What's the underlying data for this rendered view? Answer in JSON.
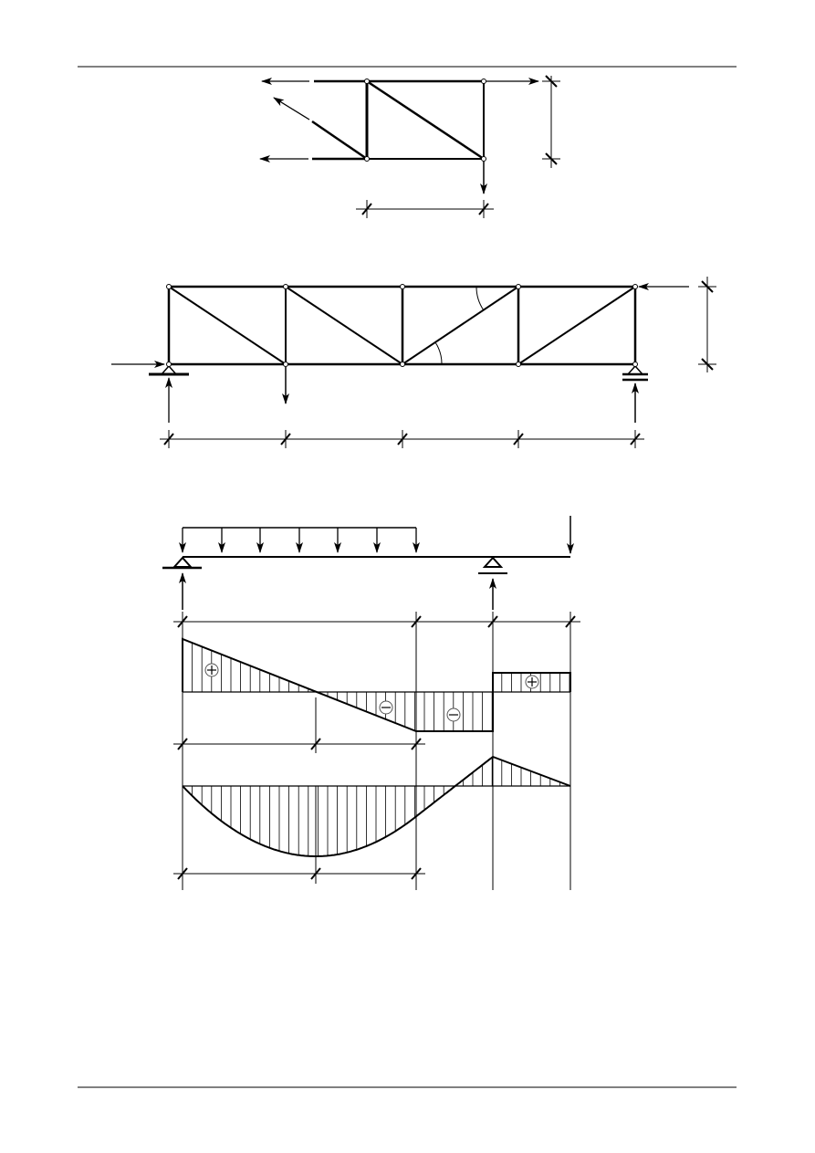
{
  "colors": {
    "ink": "#000000",
    "background": "#ffffff",
    "sign_circle": "#555555"
  },
  "shear_diagram": {
    "signs": [
      "+",
      "-",
      "-",
      "+"
    ]
  },
  "figures": [
    "truss-section-cut",
    "truss-supported",
    "beam-with-shear-and-moment-diagrams"
  ]
}
